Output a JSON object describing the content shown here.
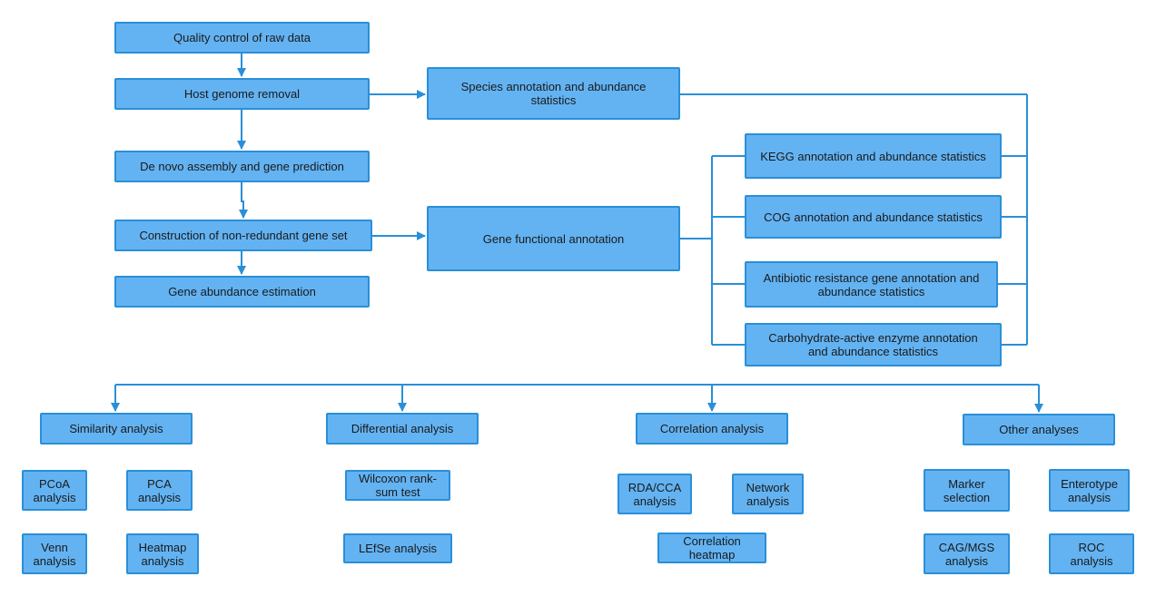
{
  "nodes": {
    "quality_control": "Quality control of raw data",
    "host_removal": "Host genome removal",
    "species_annotation": "Species annotation and abundance statistics",
    "assembly": "De novo assembly and gene prediction",
    "nonredundant": "Construction of non-redundant gene set",
    "gene_abundance": "Gene abundance estimation",
    "functional_annotation": "Gene functional annotation",
    "kegg": "KEGG annotation and abundance statistics",
    "cog": "COG annotation and abundance statistics",
    "antibiotic": "Antibiotic resistance gene annotation and abundance statistics",
    "cazy": "Carbohydrate-active enzyme annotation and abundance statistics",
    "similarity": "Similarity analysis",
    "differential": "Differential analysis",
    "correlation": "Correlation analysis",
    "other": "Other analyses",
    "pcoa": "PCoA analysis",
    "pca": "PCA analysis",
    "venn": "Venn analysis",
    "heatmap": "Heatmap analysis",
    "wilcoxon": "Wilcoxon rank-sum test",
    "lefse": "LEfSe analysis",
    "rda_cca": "RDA/CCA analysis",
    "network": "Network analysis",
    "corr_heatmap": "Correlation heatmap",
    "marker": "Marker selection",
    "enterotype": "Enterotype analysis",
    "cag_mgs": "CAG/MGS analysis",
    "roc": "ROC analysis"
  },
  "colors": {
    "box_fill": "#63b3f3",
    "box_border": "#2a8fd8",
    "line": "#2a8fd8"
  }
}
